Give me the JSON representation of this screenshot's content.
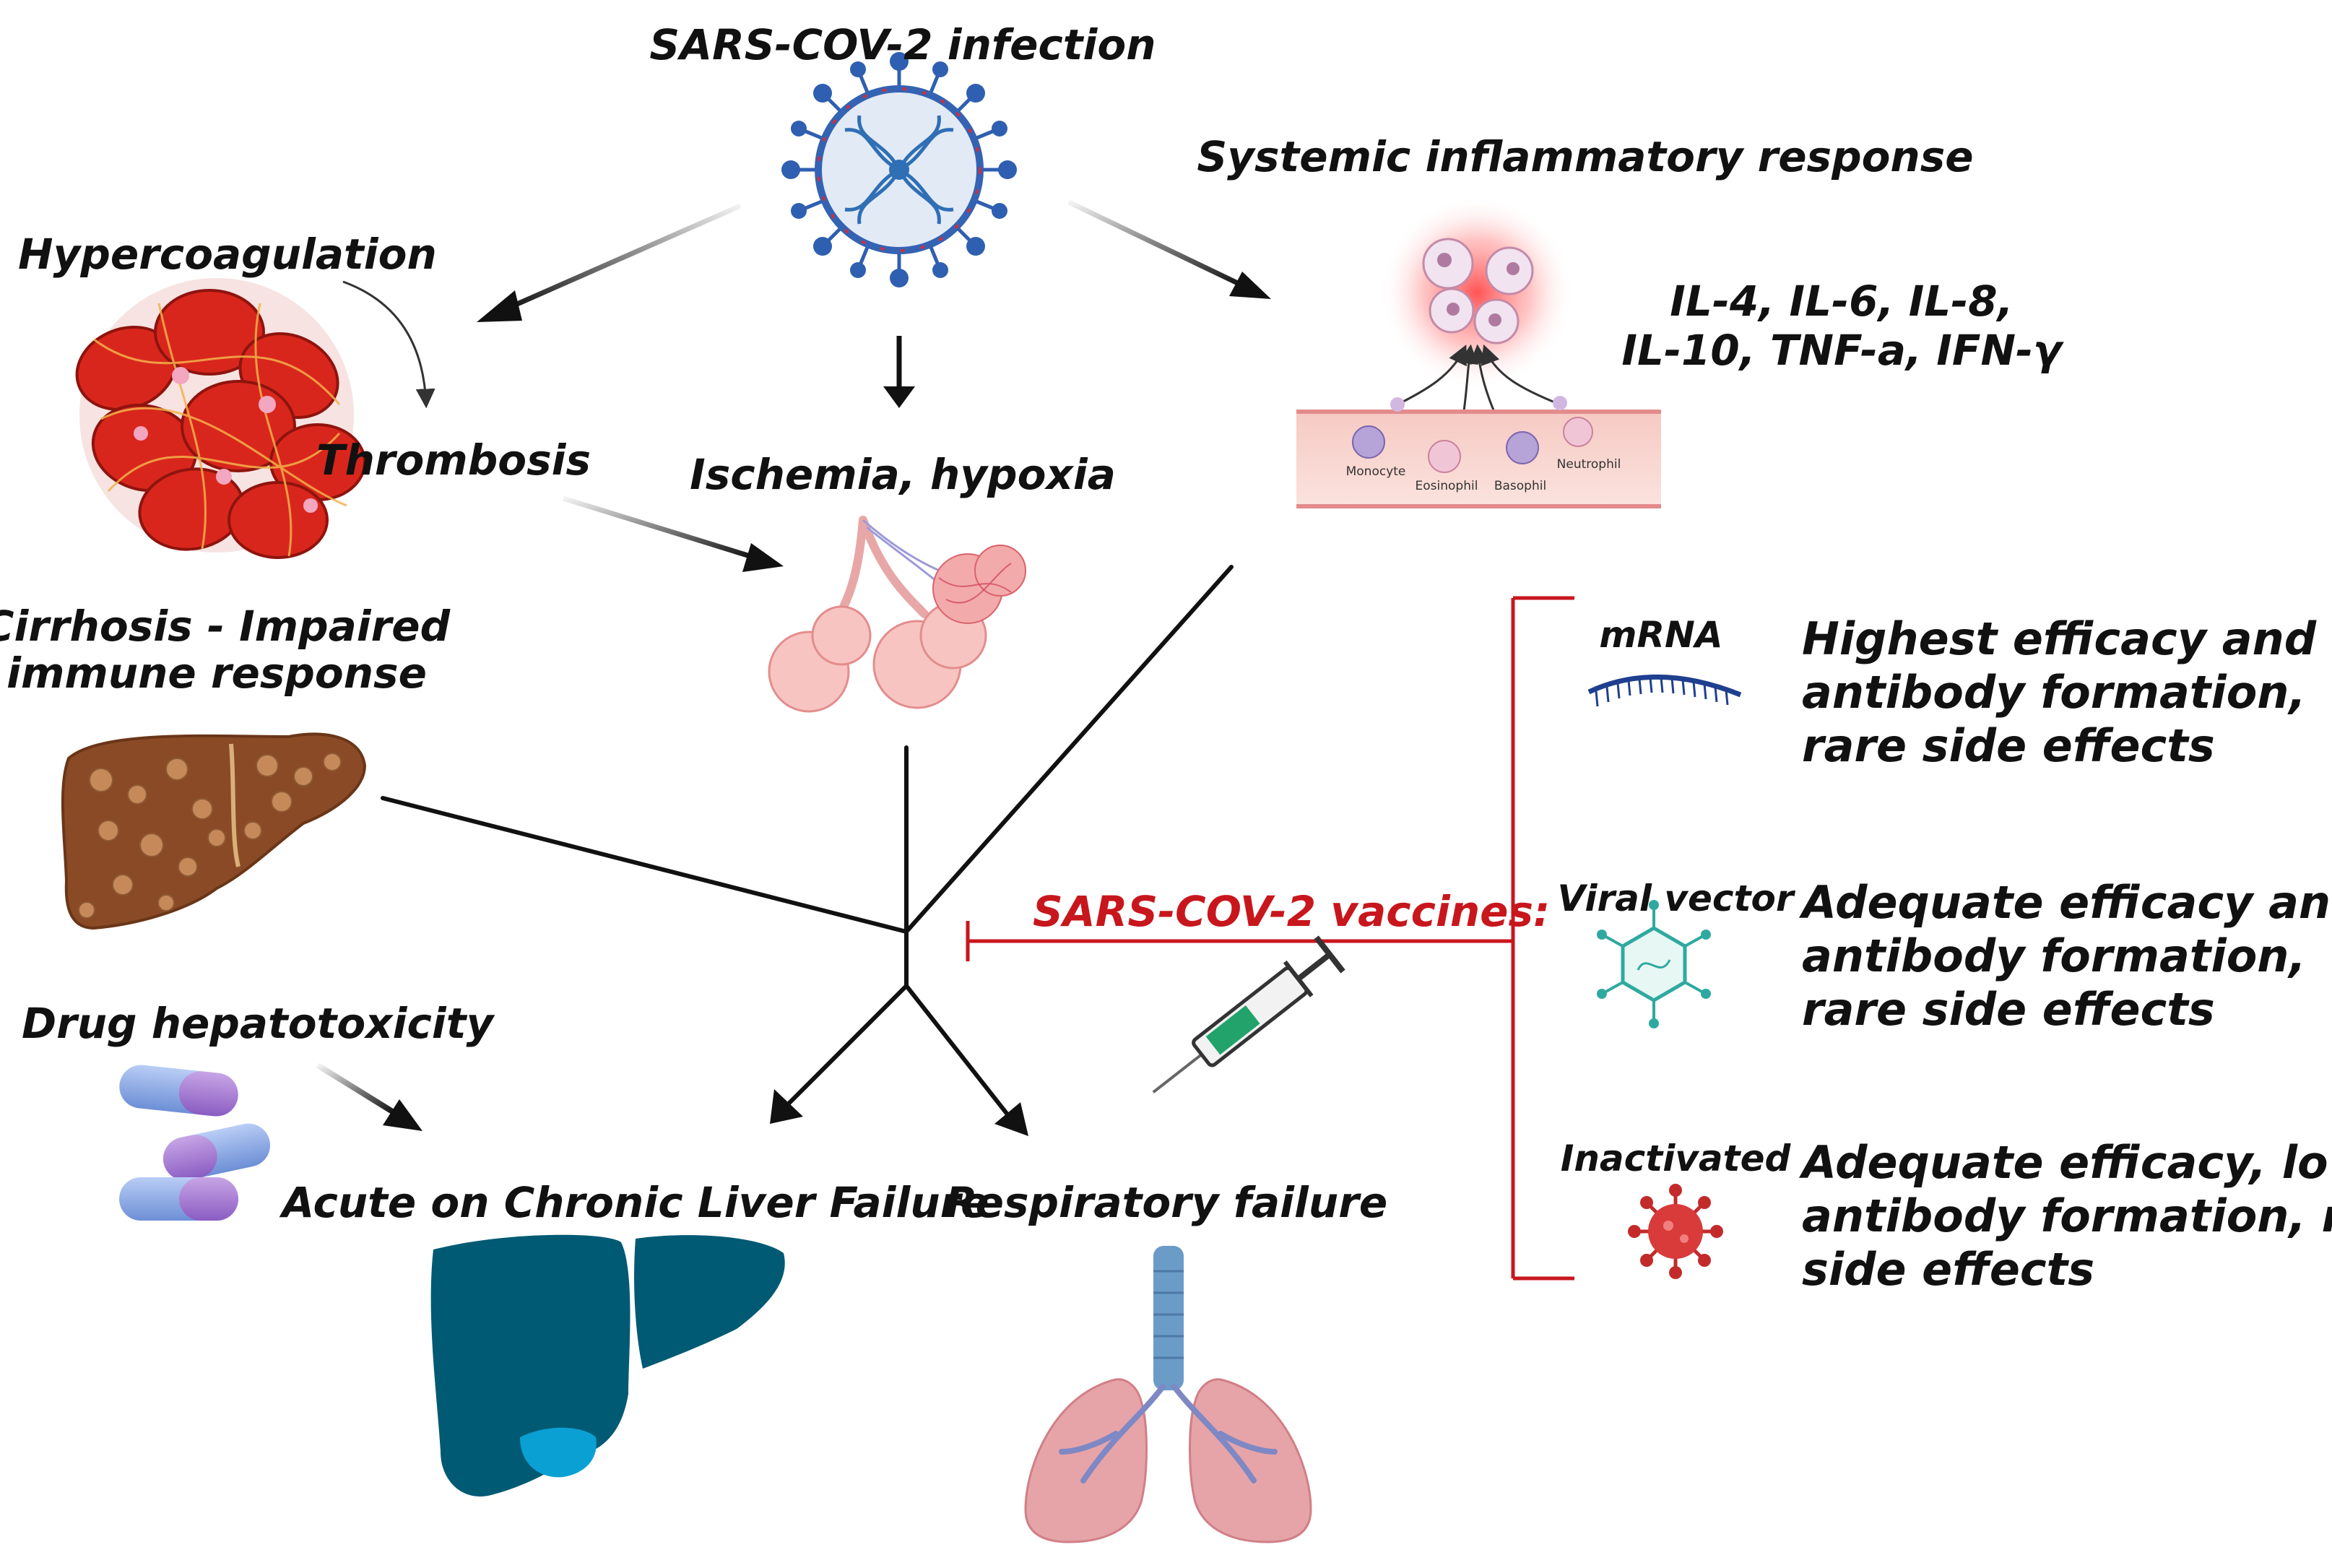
{
  "infection": {
    "title": "SARS-COV-2 infection",
    "icon": "virus-icon"
  },
  "inflammation": {
    "title": "Systemic inflammatory response",
    "cytokines_line1": "IL-4, IL-6, IL-8,",
    "cytokines_line2": "IL-10, TNF-a, IFN-γ",
    "cells": [
      "Monocyte",
      "Eosinophil",
      "Basophil",
      "Neutrophil"
    ]
  },
  "hypercoagulation": {
    "title": "Hypercoagulation",
    "next": "Thrombosis"
  },
  "ischemia": {
    "title": "Ischemia, hypoxia",
    "icon": "alveoli-icon"
  },
  "cirrhosis": {
    "line1": "Cirrhosis - Impaired",
    "line2": "immune response",
    "icon": "cirrhotic-liver-icon"
  },
  "drug": {
    "title": "Drug hepatotoxicity",
    "icon": "pills-icon"
  },
  "outcomes": {
    "aclf": "Acute on Chronic Liver Failure",
    "respiratory": "Respiratory failure"
  },
  "vaccines": {
    "title": "SARS-COV-2 vaccines:",
    "types": [
      {
        "name": "mRNA",
        "line1": "Highest efficacy and",
        "line2": "antibody formation,",
        "line3": "rare side effects"
      },
      {
        "name": "Viral vector",
        "line1": "Adequate efficacy and",
        "line2": "antibody formation,",
        "line3": "rare side effects"
      },
      {
        "name": "Inactivated",
        "line1": "Adequate efficacy, lower",
        "line2": "antibody formation, rare",
        "line3": "side effects"
      }
    ]
  },
  "colors": {
    "inhibition": "#c8161d",
    "liver": "#005a73",
    "gallbladder": "#0aa0d4",
    "clot": "#d9261c",
    "lung": "#e7a4a8",
    "trachea": "#6b9cc8"
  }
}
